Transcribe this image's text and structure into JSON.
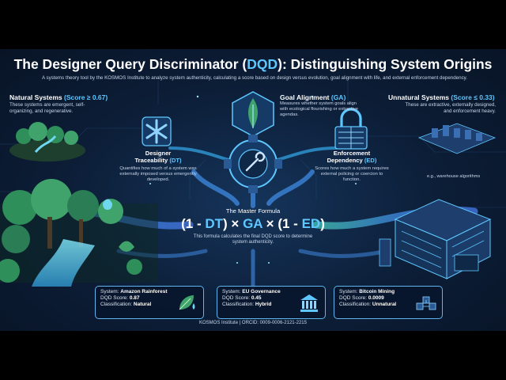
{
  "header": {
    "title_pre": "The Designer Query Discriminator (",
    "title_acronym": "DQD",
    "title_post": "): Distinguishing System Origins",
    "subtitle": "A systems theory tool by the KOSMOS Institute to analyze system authenticity, calculating a score based on design versus evolution, goal alignment with life, and external enforcement dependency."
  },
  "natural": {
    "title": "Natural Systems ",
    "criterion": "(Score ≥ 0.67)",
    "description": "These systems are emergent, self-organizing, and regenerative."
  },
  "unnatural": {
    "title": "Unnatural Systems ",
    "criterion": "(Score ≤ 0.33)",
    "description": "These are extractive, externally designed, and enforcement heavy.",
    "example": "e.g., warehouse algorithms"
  },
  "goal_alignment": {
    "title": "Goal Alignment ",
    "abbr": "(GA)",
    "description": "Measures whether system goals align with ecological flourishing or extractive agendas."
  },
  "designer_traceability": {
    "title_line1": "Designer",
    "title_line2": "Traceability ",
    "abbr": "(DT)",
    "description": "Quantifies how much of a system was externally imposed versus emergently developed."
  },
  "enforcement_dependency": {
    "title_line1": "Enforcement",
    "title_line2": "Dependency ",
    "abbr": "(ED)",
    "description": "Scores how much a system requires external policing or coercion to function."
  },
  "formula": {
    "label": "The Master Formula",
    "part1": "(1 - ",
    "term1": "DT",
    "part2": ") × ",
    "term2": "GA",
    "part3": " × (1 - ",
    "term3": "ED",
    "part4": ")",
    "description": "This formula calculates the final DQD score to determine system authenticity."
  },
  "examples": [
    {
      "system": "Amazon Rainforest",
      "score": "0.87",
      "classification": "Natural"
    },
    {
      "system": "EU Governance",
      "score": "0.45",
      "classification": "Hybrid"
    },
    {
      "system": "Bitcoin Mining",
      "score": "0.0009",
      "classification": "Unnatural"
    }
  ],
  "labels": {
    "system": "System: ",
    "score": "DQD Score: ",
    "classification": "Classification: "
  },
  "footer": "KOSMOS Institute | ORCID: 0009-0006-2121-2215",
  "colors": {
    "accent": "#5fc7ff",
    "background": "#0c1d36",
    "circuit": "#4a90d9",
    "forest": "#3fa36b",
    "water": "#4fc6e8"
  }
}
